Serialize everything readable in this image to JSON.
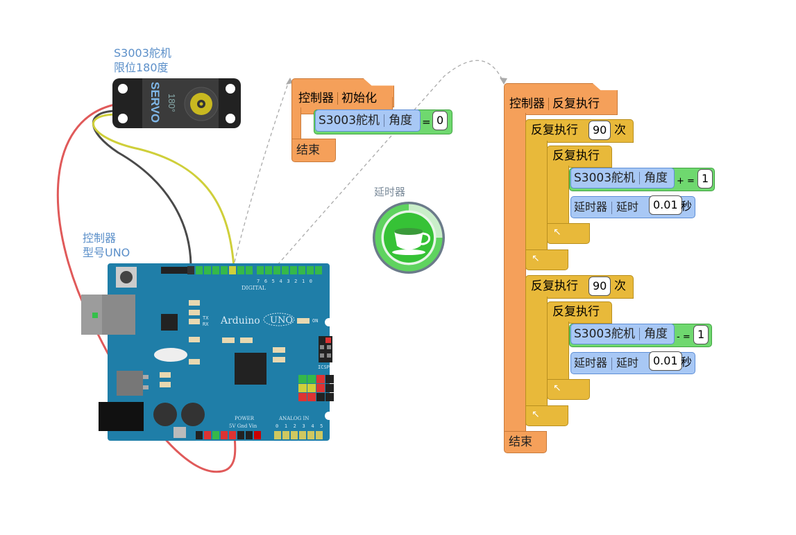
{
  "servo_label": {
    "line1": "S3003舵机",
    "line2": "限位180度"
  },
  "servo_body": {
    "brand": "SERVO",
    "angle": "180°"
  },
  "controller_label": {
    "line1": "控制器",
    "line2": "型号UNO"
  },
  "arduino": {
    "brand": "Arduino",
    "model": "UNO",
    "on": "ON",
    "digital": "DIGITAL",
    "tx": "TX",
    "rx": "RX",
    "icsp": "ICSP",
    "power": "POWER",
    "analog_in": "ANALOG IN",
    "power_pins": "5V Gnd Vin",
    "analog_pins": "0 1 2 3 4 5",
    "digital_pins": "7 6 5 4 3 2 1 0"
  },
  "delay_label": "延时器",
  "init_block": {
    "header_a": "控制器",
    "header_b": "初始化",
    "servo": "S3003舵机",
    "angle": "角度",
    "op": "=",
    "value": "0",
    "end": "结束"
  },
  "loop_block": {
    "header_a": "控制器",
    "header_b": "反复执行",
    "end": "结束",
    "groups": [
      {
        "repeat": "反复执行",
        "count": "90",
        "times": "次",
        "inner": "反复执行",
        "servo": "S3003舵机",
        "angle": "角度",
        "op": "+ =",
        "value": "1",
        "delay_a": "延时器",
        "delay_b": "延时",
        "delay_val": "0.01",
        "delay_unit": "秒"
      },
      {
        "repeat": "反复执行",
        "count": "90",
        "times": "次",
        "inner": "反复执行",
        "servo": "S3003舵机",
        "angle": "角度",
        "op": "- =",
        "value": "1",
        "delay_a": "延时器",
        "delay_b": "延时",
        "delay_val": "0.01",
        "delay_unit": "秒"
      }
    ]
  },
  "colors": {
    "controller_block": "#f5a05a",
    "loop_block": "#e8b93a",
    "servo_block": "#a8c8f5",
    "value_block": "#6fd86f",
    "board": "#1f7ea8",
    "wire_red": "#e05a5a",
    "wire_dark": "#4a4a4a",
    "wire_yellow": "#cfcf3a"
  }
}
